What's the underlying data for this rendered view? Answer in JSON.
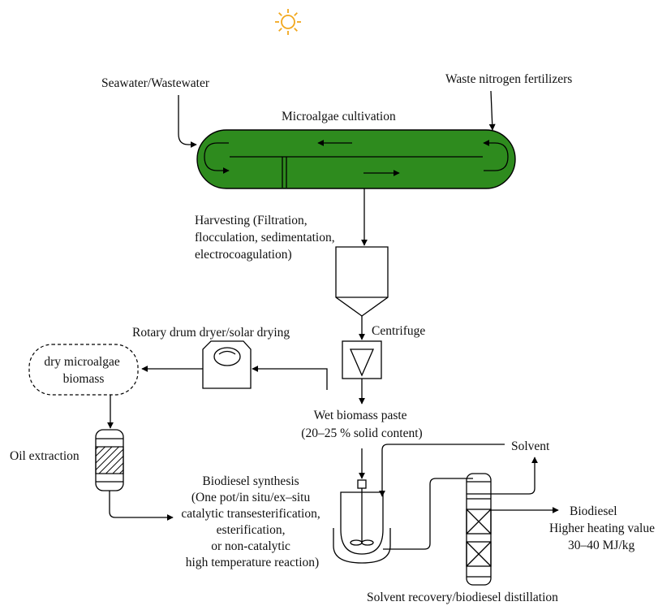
{
  "labels": {
    "seawater": "Seawater/Wastewater",
    "waste_nitrogen": "Waste nitrogen fertilizers",
    "cultivation": "Microalgae cultivation",
    "harvesting": [
      "Harvesting (Filtration,",
      "flocculation, sedimentation,",
      "electrocoagulation)"
    ],
    "centrifuge": "Centrifuge",
    "dryer": "Rotary drum dryer/solar drying",
    "dry_biomass": [
      "dry microalgae",
      "biomass"
    ],
    "oil_extraction": "Oil extraction",
    "wet_paste": [
      "Wet biomass paste",
      "(20–25 % solid content)"
    ],
    "synthesis": [
      "Biodiesel synthesis",
      "(One pot/in situ/ex–situ",
      "catalytic transesterification,",
      "esterification,",
      "or non-catalytic",
      "high temperature reaction)"
    ],
    "solvent": "Solvent",
    "biodiesel": [
      "Biodiesel",
      "Higher heating value",
      "30–40 MJ/kg"
    ],
    "recovery": "Solvent recovery/biodiesel distillation"
  },
  "icons": {
    "sun": "sun-icon",
    "pond": "raceway-pond-icon",
    "harvest": "settling-tank-icon",
    "centrifuge": "centrifuge-icon",
    "dryer": "rotary-drum-dryer-icon",
    "extractor": "extraction-column-icon",
    "reactor": "stirred-reactor-icon",
    "distillation": "distillation-column-icon"
  },
  "colors": {
    "pond_fill": "#2e8b1e",
    "sun": "#f2a81d"
  }
}
